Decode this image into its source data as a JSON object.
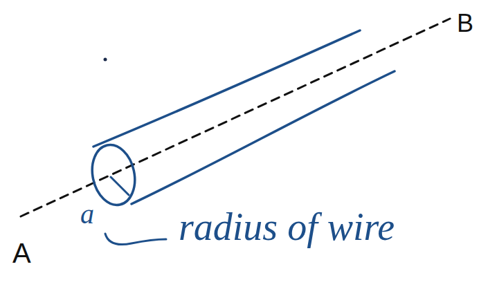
{
  "diagram": {
    "labels": [
      "A",
      "B",
      "a",
      "radius of wire"
    ]
  }
}
